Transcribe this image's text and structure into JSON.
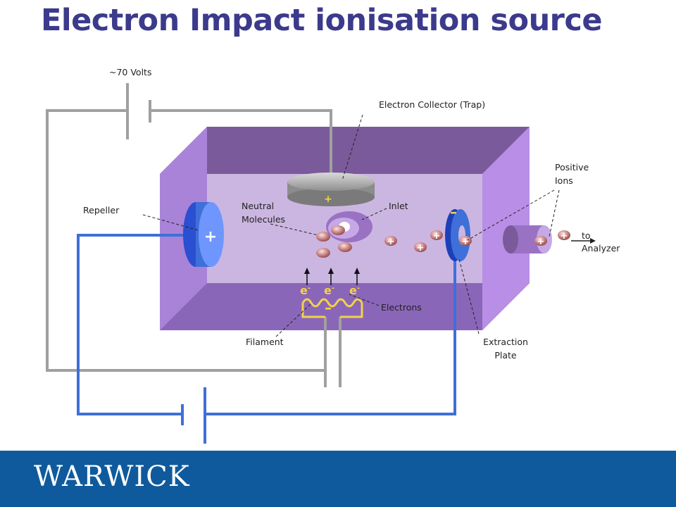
{
  "title": "Electron Impact ionisation source",
  "labels": {
    "voltage": "~70 Volts",
    "collector": "Electron Collector (Trap)",
    "positive_ions_1": "Positive",
    "positive_ions_2": "Ions",
    "repeller": "Repeller",
    "neutral_1": "Neutral",
    "neutral_2": "Molecules",
    "inlet": "Inlet",
    "to_1": "to",
    "to_2": "Analyzer",
    "electrons": "Electrons",
    "filament": "Filament",
    "extraction_1": "Extraction",
    "extraction_2": "Plate"
  },
  "symbols": {
    "plus": "+",
    "minus": "–",
    "electron": "e",
    "electron_sup": "-"
  },
  "colors": {
    "title": "#3b3a8c",
    "chamber_front": "#a983d8",
    "chamber_top": "#7a5a9a",
    "chamber_side": "#b98ee6",
    "chamber_inner": "#cbb6e2",
    "wire_grey": "#a0a0a0",
    "wire_blue": "#3f6fd8",
    "footer": "#0f5a9c"
  },
  "footer": {
    "logo": "WARWICK"
  }
}
